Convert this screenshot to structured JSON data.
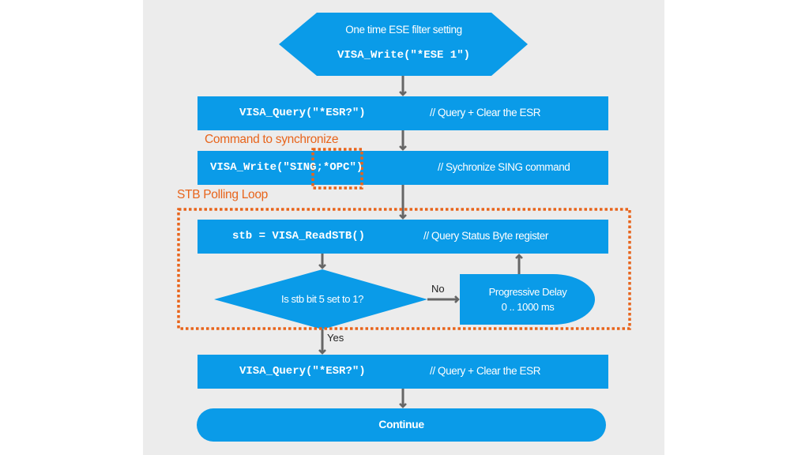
{
  "colors": {
    "box": "#0a9be8",
    "arrow": "#666666",
    "highlight": "#e8641b",
    "panel": "#ececec"
  },
  "start": {
    "title": "One time ESE filter setting",
    "code": "VISA_Write(\"*ESE 1\")"
  },
  "step_query_esr": {
    "code": "VISA_Query(\"*ESR?\")",
    "comment": "// Query + Clear the ESR"
  },
  "sync_label": "Command to synchronize",
  "step_write_sing": {
    "code_pre": "VISA_Write(\"",
    "code_sing": "SING",
    "code_post": ";*OPC\")",
    "comment": "// Sychronize SING command"
  },
  "loop_label": "STB Polling Loop",
  "step_read_stb": {
    "code": "stb = VISA_ReadSTB()",
    "comment": "// Query Status Byte register"
  },
  "decision": {
    "text": "Is stb bit 5 set to 1?",
    "no_label": "No",
    "yes_label": "Yes"
  },
  "delay": {
    "line1": "Progressive Delay",
    "line2": "0 .. 1000 ms"
  },
  "step_query_esr_2": {
    "code": "VISA_Query(\"*ESR?\")",
    "comment": "// Query + Clear the ESR"
  },
  "end": {
    "text": "Continue"
  }
}
